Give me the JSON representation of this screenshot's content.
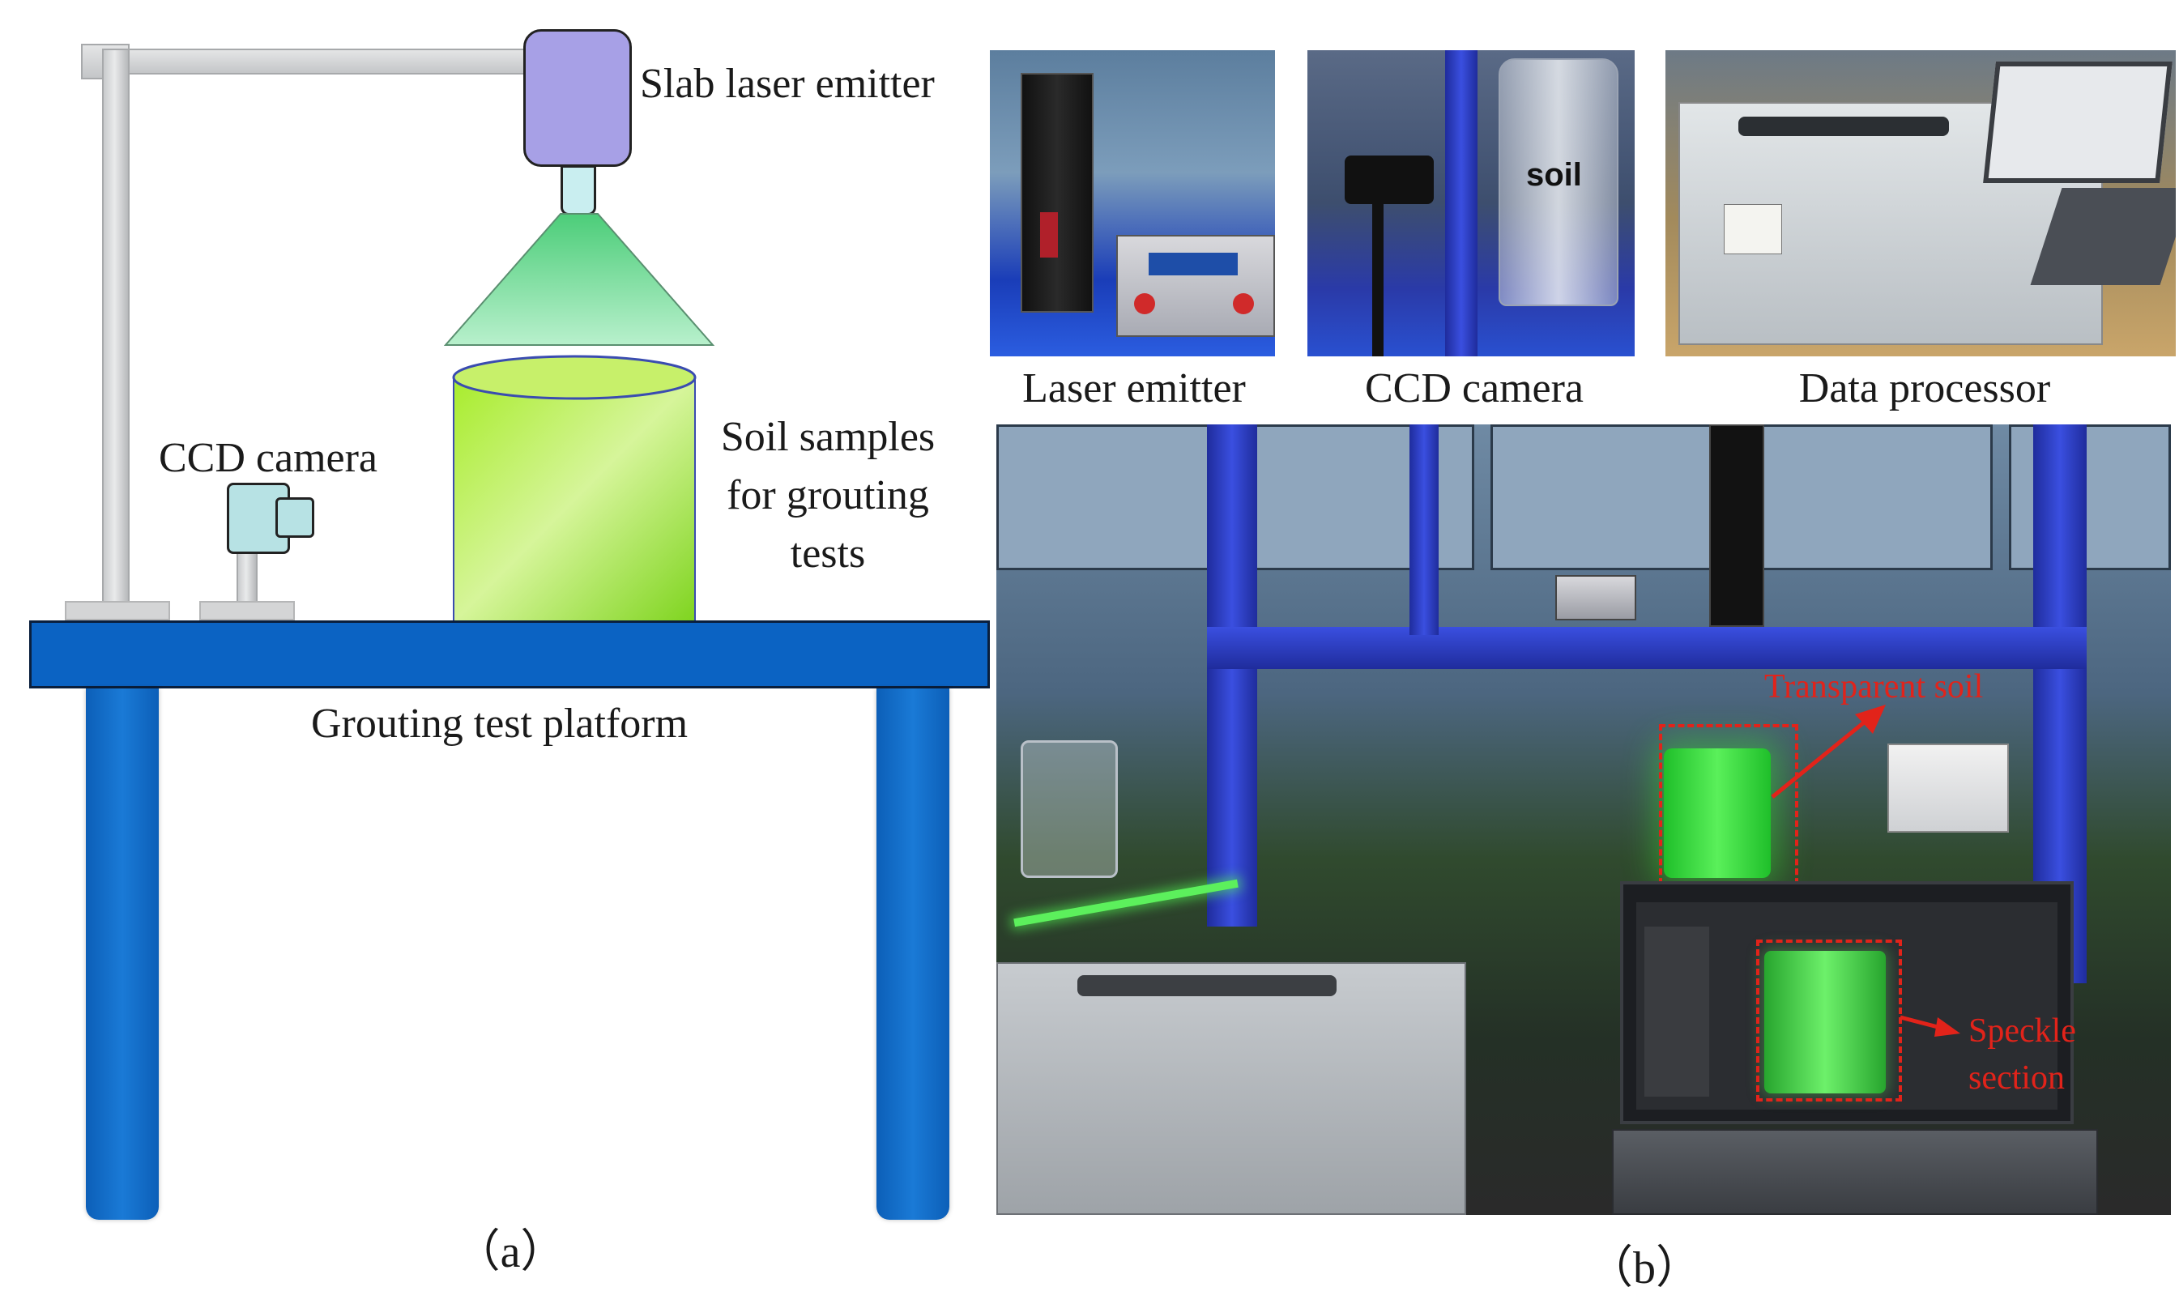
{
  "panel_a": {
    "labels": {
      "laser": "Slab laser emitter",
      "camera": "CCD camera",
      "soil_line1": "Soil samples",
      "soil_line2": "for grouting",
      "soil_line3": "tests",
      "platform": "Grouting test platform"
    },
    "caption": "（a）"
  },
  "panel_b": {
    "thumbnails": {
      "laser": "Laser emitter",
      "camera": "CCD camera",
      "processor": "Data processor"
    },
    "soil_tag": "soil",
    "annotations": {
      "transparent_soil": "Transparent soil",
      "speckle_line1": "Speckle",
      "speckle_line2": "section"
    },
    "caption": "（b）"
  },
  "colors": {
    "table_blue": "#0b63c3",
    "laser_purple": "#a7a0e6",
    "beam_green": "#88e3a4",
    "soil_green": "#8fe02a",
    "camera_cyan": "#b7e2e4",
    "annotation_red": "#e2231a",
    "rack_blue": "#2a3cc8"
  }
}
